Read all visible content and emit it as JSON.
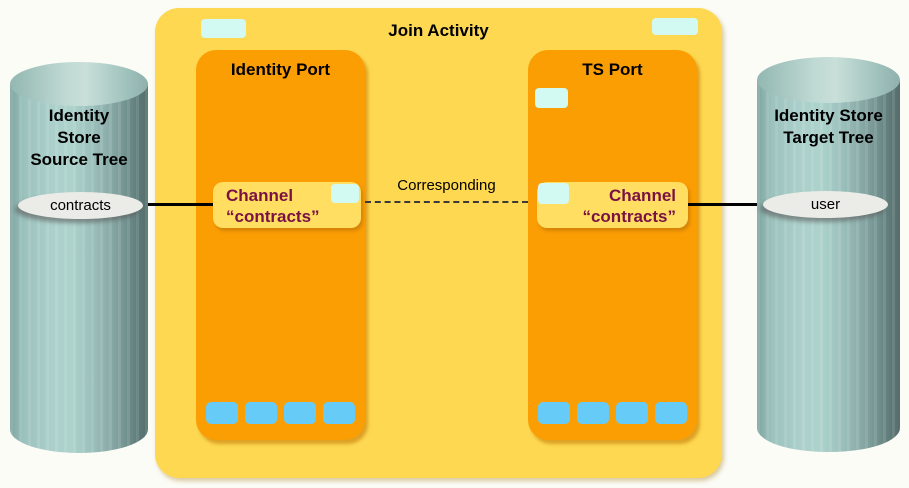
{
  "title": "Join Activity",
  "colors": {
    "join_box": "#FDD850",
    "port_box": "#FB9E04",
    "channel_box": "#FFDE62",
    "channel_text": "#7A1144",
    "pale_chip": "#D2F9F2",
    "blue_chip": "#66CCF7",
    "cylinder": "#A9CEC9",
    "line": "#000000"
  },
  "identity_port": {
    "title": "Identity Port",
    "channel_line1": "Channel",
    "channel_line2": "“contracts”"
  },
  "ts_port": {
    "title": "TS Port",
    "channel_line1": "Channel",
    "channel_line2": "“contracts”"
  },
  "connection_label": "Corresponding",
  "source_store": {
    "line1": "Identity",
    "line2": "Store",
    "line3": "Source Tree",
    "node_label": "contracts"
  },
  "target_store": {
    "line1": "Identity Store",
    "line2": "Target Tree",
    "node_label": "user"
  }
}
